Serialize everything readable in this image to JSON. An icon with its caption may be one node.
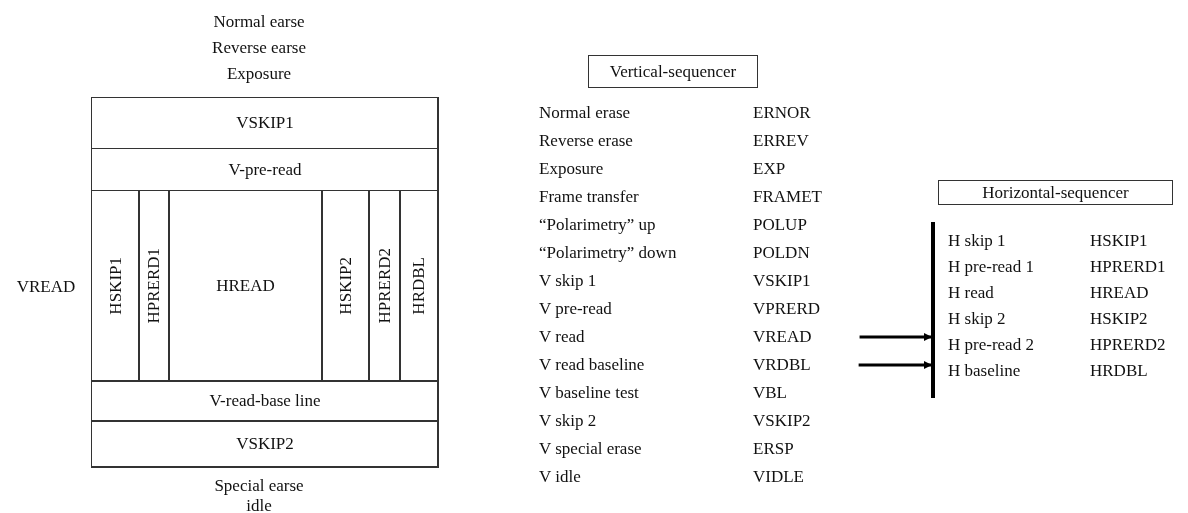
{
  "diagram": {
    "nodes": [
      {
        "text": [],
        "shape": "box",
        "beside": [
          "Normal earse",
          "Reverse earse",
          "Exposure",
          "VREAD",
          "Special earse",
          "idle"
        ]
      },
      {
        "text": [
          "VSKIP1"
        ],
        "in": 0
      },
      {
        "text": [
          "V-pre-read"
        ],
        "in": 0
      },
      {
        "text": [
          "HSKIP1"
        ],
        "in": 0
      },
      {
        "text": [
          "HPRERD1"
        ],
        "in": 0
      },
      {
        "text": [
          "HREAD"
        ],
        "in": 0
      },
      {
        "text": [
          "HSKIP2"
        ],
        "in": 0
      },
      {
        "text": [
          "HPRERD2"
        ],
        "in": 0
      },
      {
        "text": [
          "HRDBL"
        ],
        "in": 0
      },
      {
        "text": [
          "V-read-base line"
        ],
        "in": 0
      },
      {
        "text": [
          "VSKIP2"
        ],
        "in": 0
      },
      {
        "text": [
          "Vertical-sequencer"
        ]
      },
      {
        "text": [
          "VREAD"
        ]
      },
      {
        "text": [
          "VRDBL"
        ]
      },
      {
        "text": [
          "Horizontal-sequencer"
        ]
      },
      {
        "text": [],
        "shape": "bar"
      }
    ],
    "edges": [
      {
        "from": 12,
        "to": 15,
        "arrow": "to"
      },
      {
        "from": 13,
        "to": 15,
        "arrow": "to"
      }
    ],
    "labels": [
      "Normal erase",
      "ERNOR",
      "Reverse erase",
      "ERREV",
      "Exposure",
      "EXP",
      "Frame transfer",
      "FRAMET",
      "“Polarimetry” up",
      "POLUP",
      "“Polarimetry” down",
      "POLDN",
      "V skip 1",
      "VSKIP1",
      "V pre-read",
      "VPRERD",
      "V read",
      "V read baseline",
      "V baseline test",
      "VBL",
      "V skip 2",
      "VSKIP2",
      "V special erase",
      "ERSP",
      "V idle",
      "VIDLE",
      "H skip 1",
      "HSKIP1",
      "H pre-read 1",
      "HPRERD1",
      "H read",
      "HREAD",
      "H skip 2",
      "HSKIP2",
      "H pre-read 2",
      "HPRERD2",
      "H baseline",
      "HRDBL"
    ]
  }
}
